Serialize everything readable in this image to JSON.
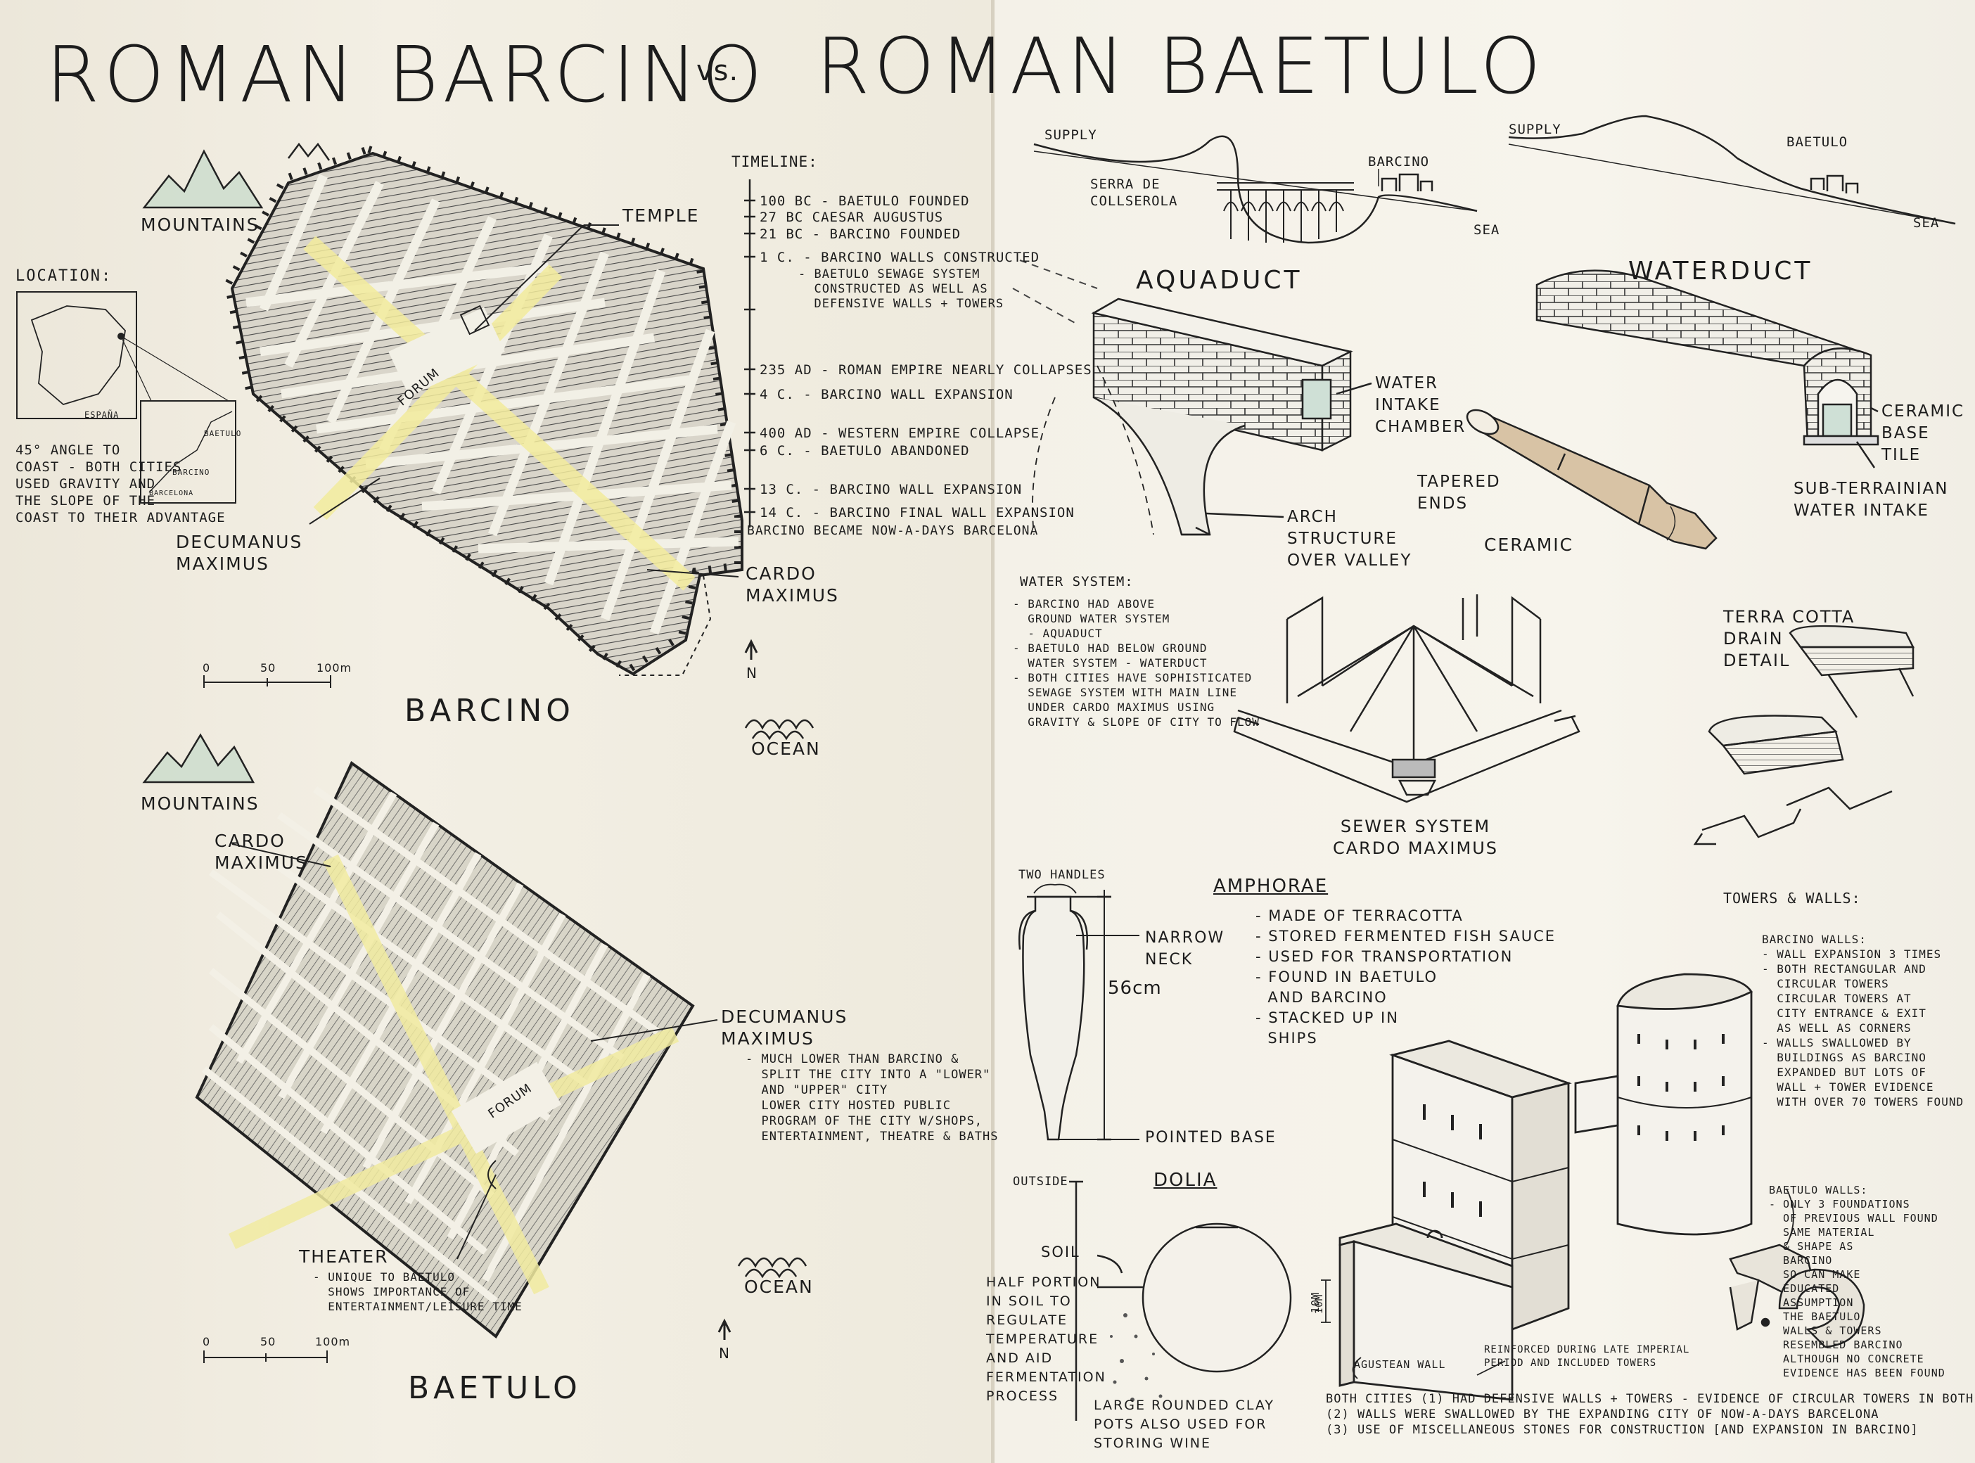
{
  "title": {
    "left": "ROMAN BARCINO",
    "vs": "vs.",
    "right": "ROMAN BAETULO"
  },
  "barcino": {
    "mountains": "MOUNTAINS",
    "location_title": "LOCATION:",
    "map_espana": "ESPAÑA",
    "map_baetulo": "BAETULO",
    "map_barcino": "BARCINO",
    "map_barcelona": "BARCELONA",
    "location_note": "45° ANGLE TO\nCOAST - BOTH CITIES\nUSED GRAVITY AND\nTHE SLOPE OF THE\nCOAST TO THEIR ADVANTAGE",
    "temple": "TEMPLE",
    "forum": "FORUM",
    "decumanus": "DECUMANUS\nMAXIMUS",
    "cardo": "CARDO\nMAXIMUS",
    "scale_labels": [
      "0",
      "50",
      "100m"
    ],
    "north": "N",
    "name": "BARCINO",
    "ocean": "OCEAN"
  },
  "timeline": {
    "title": "TIMELINE:",
    "items": [
      "100 BC - BAETULO FOUNDED",
      "27 BC CAESAR AUGUSTUS",
      "21 BC - BARCINO FOUNDED",
      "1 C. - BARCINO WALLS CONSTRUCTED",
      "- BAETULO SEWAGE SYSTEM\n  CONSTRUCTED AS WELL AS\n  DEFENSIVE WALLS + TOWERS",
      "235 AD - ROMAN EMPIRE NEARLY COLLAPSES",
      "4 C. - BARCINO WALL EXPANSION",
      "400 AD - WESTERN EMPIRE COLLAPSE",
      "6 C. - BAETULO ABANDONED",
      "13 C. - BARCINO WALL EXPANSION",
      "14 C. - BARCINO FINAL WALL EXPANSION",
      "BARCINO BECAME NOW-A-DAYS BARCELONA"
    ]
  },
  "baetulo": {
    "mountains": "MOUNTAINS",
    "cardo": "CARDO\nMAXIMUS",
    "decumanus": "DECUMANUS\nMAXIMUS",
    "decumanus_note": "- MUCH LOWER THAN BARCINO &\n  SPLIT THE CITY INTO A \"LOWER\"\n  AND \"UPPER\" CITY\n  LOWER CITY HOSTED PUBLIC\n  PROGRAM OF THE CITY W/SHOPS,\n  ENTERTAINMENT, THEATRE & BATHS",
    "forum": "FORUM",
    "theater": "THEATER",
    "theater_note": "- UNIQUE TO BAETULO\n  SHOWS IMPORTANCE OF\n  ENTERTAINMENT/LEISURE TIME",
    "scale_labels": [
      "0",
      "50",
      "100m"
    ],
    "north": "N",
    "name": "BAETULO",
    "ocean": "OCEAN"
  },
  "profiles": {
    "supply": "SUPPLY",
    "serra": "SERRA DE\nCOLLSEROLA",
    "barcino": "BARCINO",
    "sea": "SEA",
    "baetulo": "BAETULO"
  },
  "aqueduct": {
    "title": "AQUADUCT",
    "intake": "WATER\nINTAKE\nCHAMBER",
    "arch": "ARCH\nSTRUCTURE\nOVER VALLEY"
  },
  "waterduct": {
    "title": "WATERDUCT",
    "tile": "CERAMIC\nBASE\nTILE",
    "subterranean": "SUB-TERRAINIAN\nWATER INTAKE",
    "tapered": "TAPERED\nENDS",
    "ceramic": "CERAMIC"
  },
  "water_system": {
    "title": "WATER SYSTEM:",
    "notes": "- BARCINO HAD ABOVE\n  GROUND WATER SYSTEM\n  - AQUADUCT\n- BAETULO HAD BELOW GROUND\n  WATER SYSTEM - WATERDUCT\n- BOTH CITIES HAVE SOPHISTICATED\n  SEWAGE SYSTEM WITH MAIN LINE\n  UNDER CARDO MAXIMUS USING\n  GRAVITY & SLOPE OF CITY TO FLOW",
    "sewer": "SEWER SYSTEM\nCARDO MAXIMUS",
    "drain": "TERRA COTTA\nDRAIN\nDETAIL"
  },
  "amphorae": {
    "title": "AMPHORAE",
    "handles": "TWO HANDLES",
    "neck": "NARROW\nNECK",
    "height": "56cm",
    "base": "POINTED BASE",
    "notes": "- MADE OF TERRACOTTA\n- STORED FERMENTED FISH SAUCE\n- USED FOR TRANSPORTATION\n- FOUND IN BAETULO\n  AND BARCINO\n- STACKED UP IN\n  SHIPS"
  },
  "dolia": {
    "title": "DOLIA",
    "outside": "OUTSIDE",
    "soil": "SOIL",
    "half": "HALF PORTION\nIN SOIL TO\nREGULATE\nTEMPERATURE\nAND AID\nFERMENTATION\nPROCESS",
    "pots": "LARGE ROUNDED CLAY\nPOTS ALSO USED FOR\nSTORING WINE",
    "dim": "10m"
  },
  "towers": {
    "title": "TOWERS & WALLS:",
    "barcino_walls": "BARCINO WALLS:\n- WALL EXPANSION 3 TIMES\n- BOTH RECTANGULAR AND\n  CIRCULAR TOWERS\n  CIRCULAR TOWERS AT\n  CITY ENTRANCE & EXIT\n  AS WELL AS CORNERS\n- WALLS SWALLOWED BY\n  BUILDINGS AS BARCINO\n  EXPANDED BUT LOTS OF\n  WALL + TOWER EVIDENCE\n  WITH OVER 70 TOWERS FOUND",
    "baetulo_walls": "BAETULO WALLS:\n- ONLY 3 FOUNDATIONS\n  OF PREVIOUS WALL FOUND\n  SAME MATERIAL\n  & SHAPE AS\n  BARCINO\n  SO CAN MAKE\n  EDUCATED\n  ASSUMPTION\n  THE BAETULO\n  WALLS & TOWERS\n  RESEMBLED BARCINO\n  ALTHOUGH NO CONCRETE\n  EVIDENCE HAS BEEN FOUND",
    "augustean": "AGUSTEAN WALL",
    "reinforced": "REINFORCED DURING LATE IMPERIAL\nPERIOD AND INCLUDED TOWERS",
    "dim": "10m"
  },
  "both_cities": "BOTH CITIES (1) HAD DEFENSIVE WALLS + TOWERS - EVIDENCE OF CIRCULAR TOWERS IN BOTH\n(2) WALLS WERE SWALLOWED BY THE EXPANDING CITY OF NOW-A-DAYS BARCELONA\n(3) USE OF MISCELLANEOUS STONES FOR CONSTRUCTION [AND EXPANSION IN BARCINO]"
}
